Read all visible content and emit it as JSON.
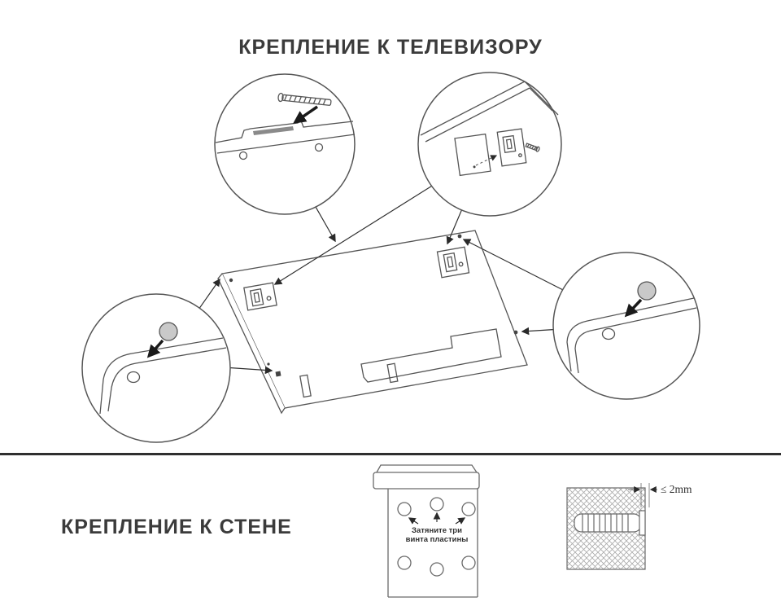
{
  "colors": {
    "background": "#ffffff",
    "line": "#555555",
    "title": "#3b3b3b",
    "divider": "#2f2f2f",
    "plug_fill": "#c9c9c9"
  },
  "sections": {
    "tv_mount": {
      "title": "КРЕПЛЕНИЕ К ТЕЛЕВИЗОРУ"
    },
    "wall_mount": {
      "title": "КРЕПЛЕНИЕ К СТЕНЕ",
      "bracket_note_line1": "Затяните три",
      "bracket_note_line2": "винта пластины",
      "anchor_dimension": "≤ 2mm"
    }
  }
}
